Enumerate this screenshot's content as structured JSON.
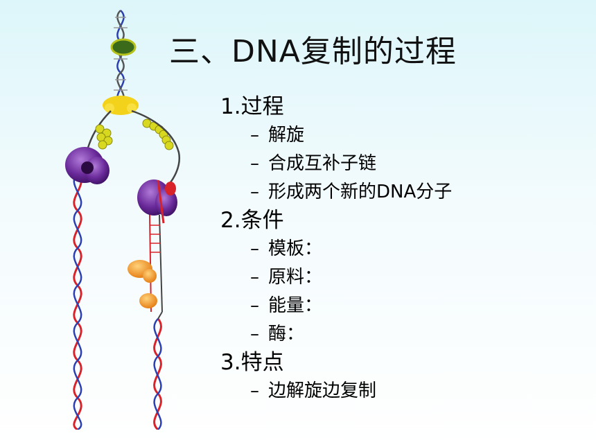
{
  "slide": {
    "title": "三、DNA复制的过程",
    "sections": [
      {
        "heading": "1.过程",
        "items": [
          "解旋",
          "合成互补子链",
          "形成两个新的DNA分子"
        ]
      },
      {
        "heading": "2.条件",
        "items": [
          "模板：",
          "原料：",
          "能量：",
          "酶："
        ]
      },
      {
        "heading": "3.特点",
        "items": [
          "边解旋边复制"
        ]
      }
    ],
    "bullet_symbol": "–"
  },
  "colors": {
    "strand_red": "#d8232a",
    "strand_blue": "#2b3fb0",
    "enzyme_purple": "#6a2a9a",
    "helicase_yellow": "#f2d21b",
    "ssb_yellow": "#d8d820",
    "primase_orange": "#f29a1a",
    "background_top": "#ddf6fa"
  }
}
